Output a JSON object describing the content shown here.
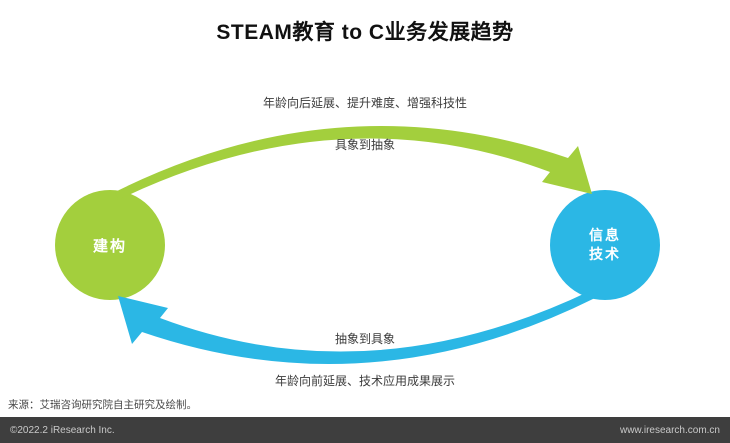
{
  "title": "STEAM教育 to C业务发展趋势",
  "diagram": {
    "top_note": "年龄向后延展、提升难度、增强科技性",
    "top_arrow_label": "具象到抽象",
    "bottom_arrow_label": "抽象到具象",
    "bottom_note": "年龄向前延展、技术应用成果展示",
    "left_node_label": "建构",
    "right_node_label_line1": "信息",
    "right_node_label_line2": "技术",
    "colors": {
      "green": "#a3cf3d",
      "cyan": "#2bb7e5"
    }
  },
  "source": "来源：艾瑞咨询研究院自主研究及绘制。",
  "footer": {
    "left": "©2022.2 iResearch Inc.",
    "right": "www.iresearch.com.cn"
  }
}
